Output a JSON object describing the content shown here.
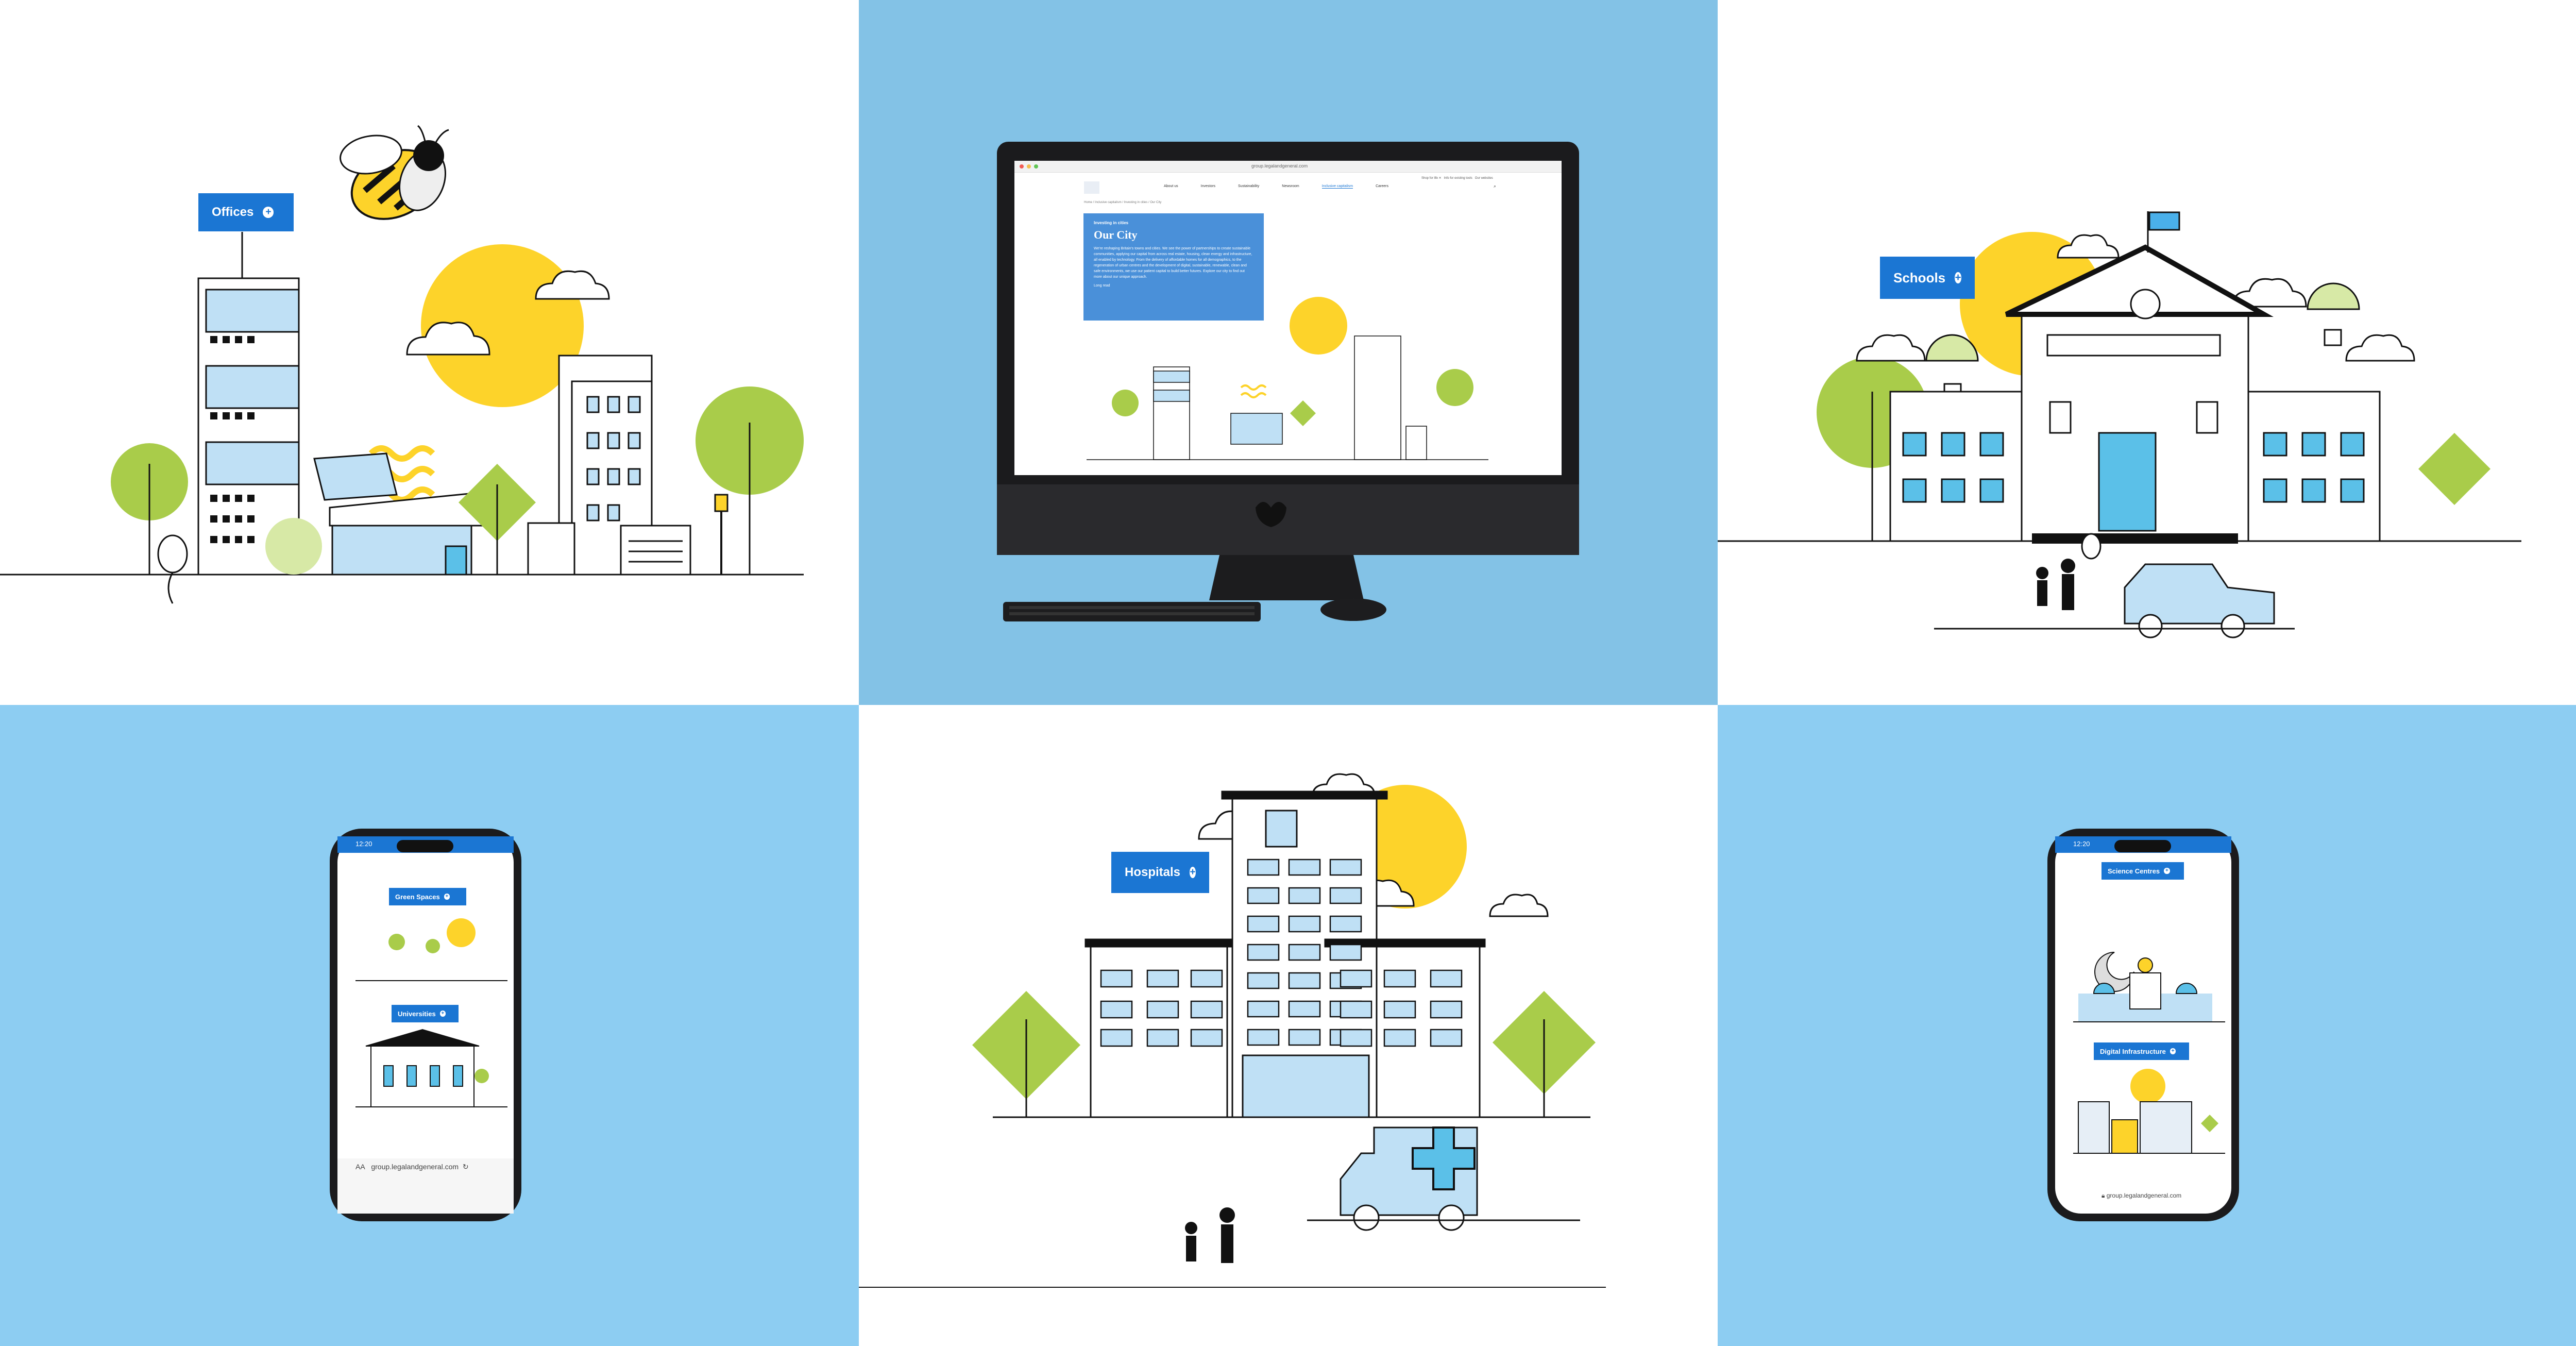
{
  "colors": {
    "brand_blue": "#1b76d3",
    "sky_blue": "#83c2e6",
    "sun_yellow": "#fdd32a",
    "leaf_green": "#a9cc4a",
    "glass_blue": "#bfe0f5"
  },
  "panels": {
    "offices": {
      "label": "Offices"
    },
    "desktop": {
      "address": "group.legalandgeneral.com",
      "top_links": [
        "Shop for life ✕",
        "Info for existing tools",
        "Our websites"
      ],
      "nav": [
        "About us",
        "Investors",
        "Sustainability",
        "Newsroom",
        "Inclusive capitalism",
        "Careers"
      ],
      "breadcrumb": "Home / Inclusive capitalism / Investing in cities / Our City",
      "hero": {
        "eyebrow": "Investing in cities",
        "title": "Our City",
        "body": "We're reshaping Britain's towns and cities. We see the power of partnerships to create sustainable communities, applying our capital from across real estate, housing, clean energy and infrastructure, all enabled by technology. From the delivery of affordable homes for all demographics, to the regeneration of urban centres and the development of digital, sustainable, renewable, clean and safe environments, we use our patient capital to build better futures. Explore our city to find out more about our unique approach.",
        "link": "Long read"
      }
    },
    "schools": {
      "label": "Schools"
    },
    "phone_left": {
      "time": "12:20",
      "labels": [
        "Green Spaces",
        "Universities"
      ],
      "address_prefix": "AA",
      "address": "group.legalandgeneral.com"
    },
    "hospitals": {
      "label": "Hospitals"
    },
    "phone_right": {
      "time": "12:20",
      "labels": [
        "Science Centres",
        "Digital Infrastructure"
      ],
      "address": "group.legalandgeneral.com"
    }
  }
}
